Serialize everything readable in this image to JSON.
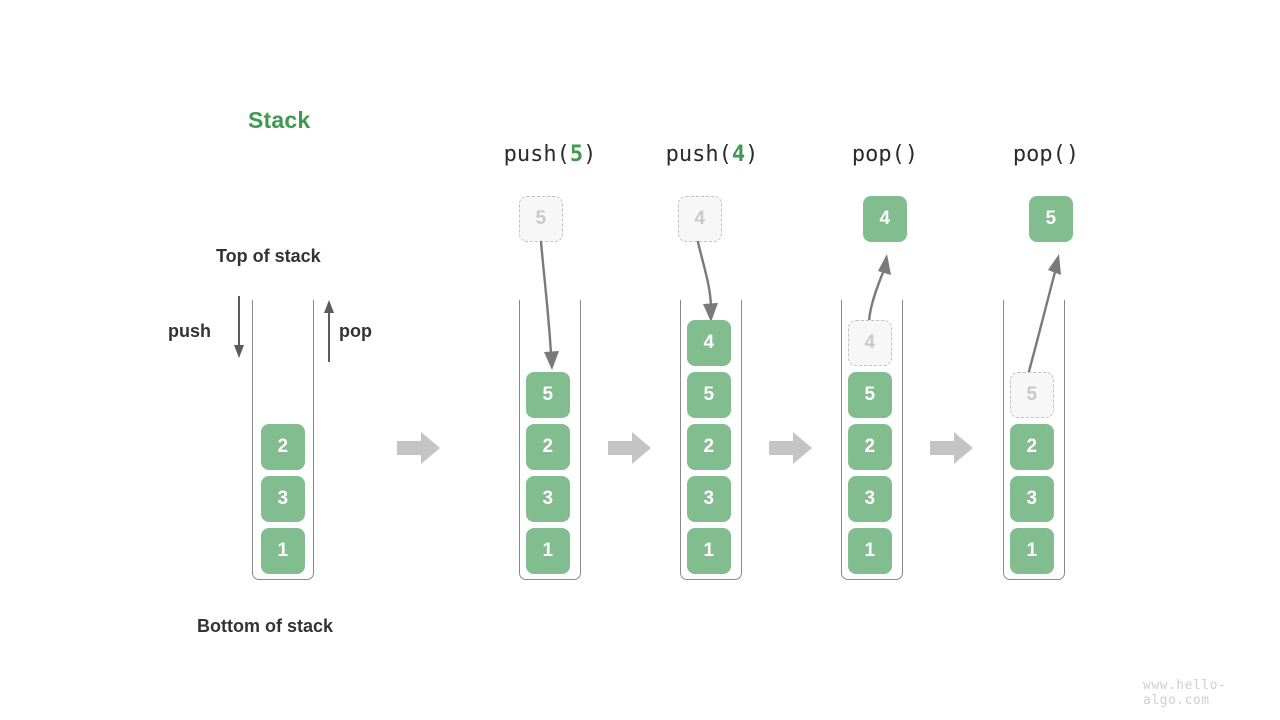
{
  "title": "Stack",
  "labels": {
    "top_of_stack": "Top of stack",
    "bottom_of_stack": "Bottom of stack",
    "push": "push",
    "pop": "pop"
  },
  "colors": {
    "accent_green": "#3f9950",
    "cell_green": "#82bd8f",
    "ghost_fill": "#f7f7f7",
    "ghost_border": "#c2c2c2",
    "ghost_text": "#c9c9c9",
    "container_stroke": "#8a8a8a",
    "arrow_gray": "#6b6b6b",
    "transition_arrow": "#c4c4c4",
    "text_dark": "#333333",
    "watermark": "#cfcfcf"
  },
  "watermark": "www.hello-algo.com",
  "columns": [
    {
      "id": "initial",
      "header": null,
      "header_prefix": "",
      "header_arg": "",
      "header_suffix": "",
      "cells": [
        {
          "value": "2",
          "state": "solid"
        },
        {
          "value": "3",
          "state": "solid"
        },
        {
          "value": "1",
          "state": "solid"
        }
      ],
      "floating": null
    },
    {
      "id": "push-5",
      "header": "push(5)",
      "header_prefix": "push(",
      "header_arg": "5",
      "header_suffix": ")",
      "cells": [
        {
          "value": "5",
          "state": "solid"
        },
        {
          "value": "2",
          "state": "solid"
        },
        {
          "value": "3",
          "state": "solid"
        },
        {
          "value": "1",
          "state": "solid"
        }
      ],
      "floating": {
        "value": "5",
        "state": "ghost",
        "direction": "in"
      }
    },
    {
      "id": "push-4",
      "header": "push(4)",
      "header_prefix": "push(",
      "header_arg": "4",
      "header_suffix": ")",
      "cells": [
        {
          "value": "4",
          "state": "solid"
        },
        {
          "value": "5",
          "state": "solid"
        },
        {
          "value": "2",
          "state": "solid"
        },
        {
          "value": "3",
          "state": "solid"
        },
        {
          "value": "1",
          "state": "solid"
        }
      ],
      "floating": {
        "value": "4",
        "state": "ghost",
        "direction": "in"
      }
    },
    {
      "id": "pop-1",
      "header": "pop()",
      "header_prefix": "pop(",
      "header_arg": "",
      "header_suffix": ")",
      "cells": [
        {
          "value": "4",
          "state": "ghost"
        },
        {
          "value": "5",
          "state": "solid"
        },
        {
          "value": "2",
          "state": "solid"
        },
        {
          "value": "3",
          "state": "solid"
        },
        {
          "value": "1",
          "state": "solid"
        }
      ],
      "floating": {
        "value": "4",
        "state": "solid",
        "direction": "out"
      }
    },
    {
      "id": "pop-2",
      "header": "pop()",
      "header_prefix": "pop(",
      "header_arg": "",
      "header_suffix": ")",
      "cells": [
        {
          "value": "5",
          "state": "ghost"
        },
        {
          "value": "2",
          "state": "solid"
        },
        {
          "value": "3",
          "state": "solid"
        },
        {
          "value": "1",
          "state": "solid"
        }
      ],
      "floating": {
        "value": "5",
        "state": "solid",
        "direction": "out"
      }
    }
  ]
}
